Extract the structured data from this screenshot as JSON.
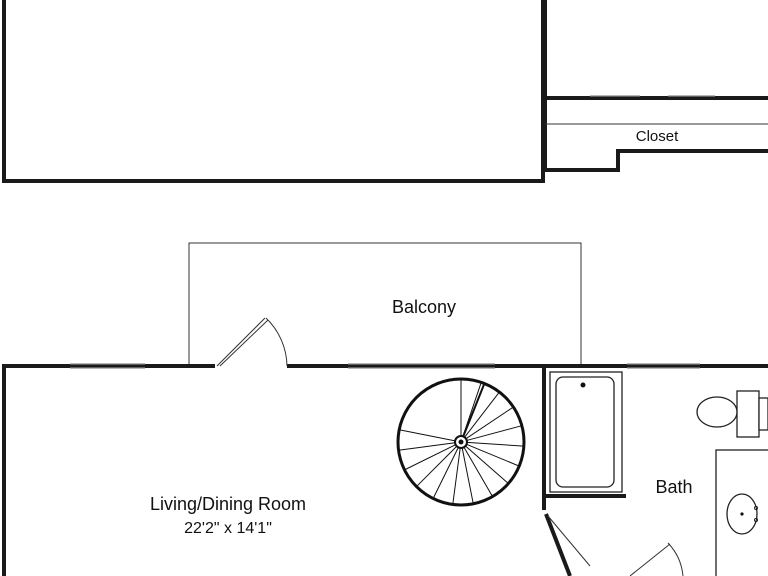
{
  "rooms": {
    "closet": {
      "label": "Closet"
    },
    "balcony": {
      "label": "Balcony"
    },
    "living_dining": {
      "label": "Living/Dining Room",
      "dimensions": "22'2\" x 14'1\""
    },
    "bath": {
      "label": "Bath"
    }
  },
  "colors": {
    "wall": "#1a1a1a",
    "background": "#ffffff"
  }
}
